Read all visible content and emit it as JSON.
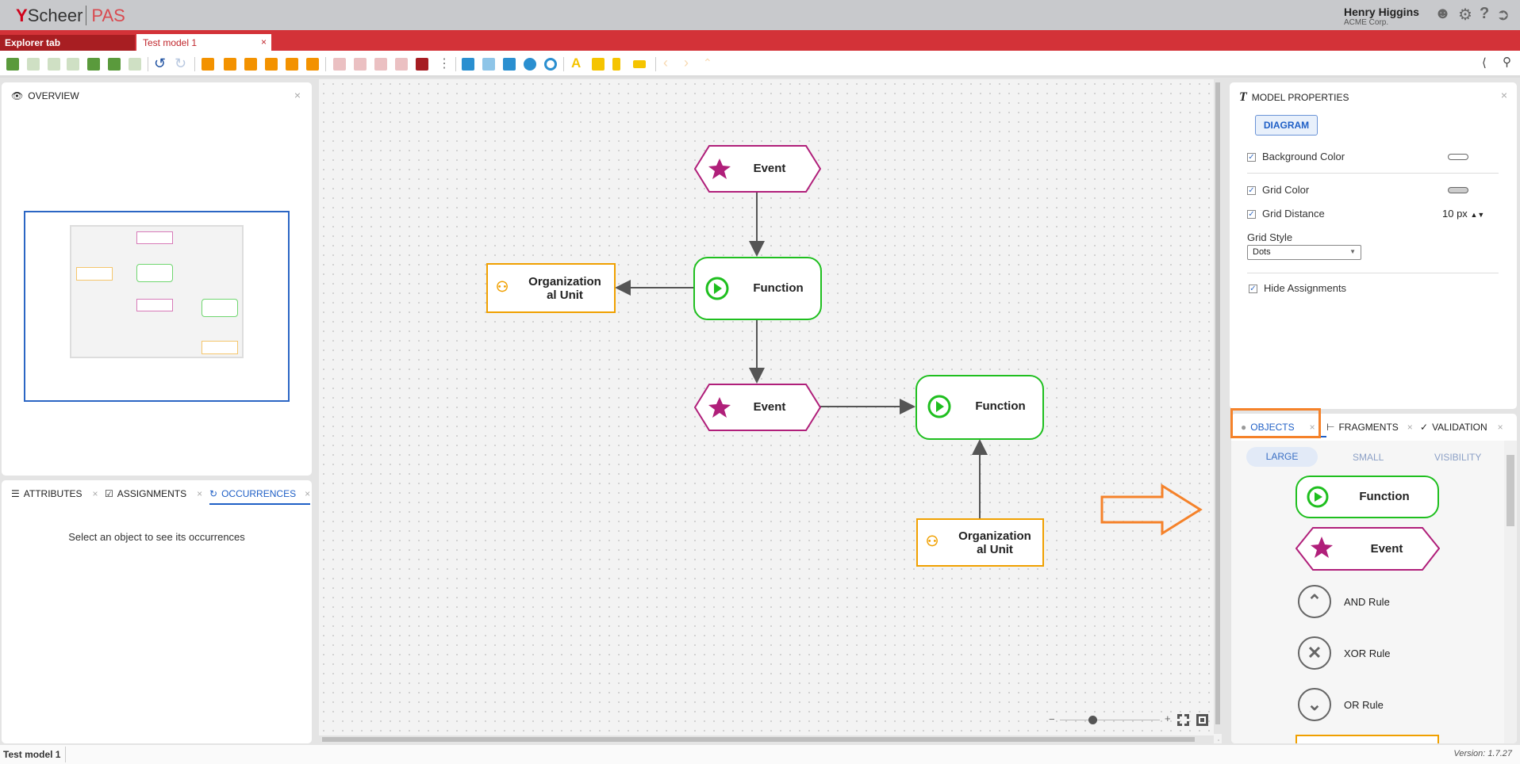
{
  "header": {
    "brand": "Scheer",
    "product": "PAS",
    "user_name": "Henry Higgins",
    "user_org": "ACME Corp.",
    "icons": [
      "user-icon",
      "gear-icon",
      "help-icon",
      "logout-icon"
    ]
  },
  "tabs": [
    {
      "label": "Explorer tab"
    },
    {
      "label": "Test model 1",
      "close": "×"
    }
  ],
  "overview": {
    "title": "OVERVIEW",
    "close": "×"
  },
  "bottom_left": {
    "tabs": [
      {
        "label": "ATTRIBUTES"
      },
      {
        "label": "ASSIGNMENTS"
      },
      {
        "label": "OCCURRENCES",
        "active": true
      }
    ],
    "message": "Select an object to see its occurrences",
    "close": "×"
  },
  "canvas": {
    "nodes": [
      {
        "type": "event",
        "label": "Event"
      },
      {
        "type": "function",
        "label": "Function"
      },
      {
        "type": "org",
        "label_1": "Organization",
        "label_2": "al Unit"
      },
      {
        "type": "event",
        "label": "Event"
      },
      {
        "type": "function",
        "label": "Function"
      },
      {
        "type": "org",
        "label_1": "Organization",
        "label_2": "al Unit"
      }
    ],
    "zoom": {
      "minus": "−",
      "plus": "+",
      "level": 0.33
    },
    "colors": {
      "event": "#b01f7a",
      "function": "#1fbf1f",
      "org": "#f0a000",
      "annotation": "#f5822a"
    }
  },
  "model_properties": {
    "title": "MODEL PROPERTIES",
    "close": "×",
    "button": "DIAGRAM",
    "background_color": {
      "label": "Background Color",
      "checked": true
    },
    "grid_color": {
      "label": "Grid Color",
      "checked": true
    },
    "grid_distance": {
      "label": "Grid Distance",
      "value": "10 px",
      "checked": true
    },
    "grid_style": {
      "label": "Grid Style",
      "value": "Dots"
    },
    "hide_assignments": {
      "label": "Hide Assignments",
      "checked": true
    }
  },
  "objects_panel": {
    "tabs": [
      {
        "label": "OBJECTS",
        "active": true
      },
      {
        "label": "FRAGMENTS"
      },
      {
        "label": "VALIDATION"
      }
    ],
    "close": "×",
    "subtabs": [
      "LARGE",
      "SMALL",
      "VISIBILITY"
    ],
    "items": [
      {
        "label": "Function"
      },
      {
        "label": "Event"
      },
      {
        "label": "AND Rule"
      },
      {
        "label": "XOR Rule"
      },
      {
        "label": "OR Rule"
      }
    ]
  },
  "status": {
    "model": "Test model 1",
    "version": "Version: 1.7.27"
  }
}
